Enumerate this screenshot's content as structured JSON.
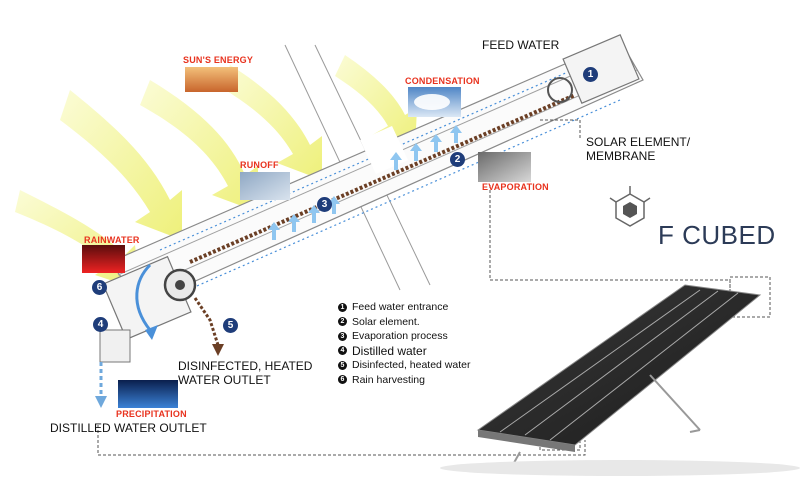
{
  "labels": {
    "feed_water": "FEED WATER",
    "suns_energy": "SUN'S ENERGY",
    "condensation": "CONDENSATION",
    "solar_element": "SOLAR ELEMENT/",
    "membrane": "MEMBRANE",
    "runoff": "RUNOFF",
    "evaporation": "EVAPORATION",
    "rainwater": "RAINWATER",
    "disinfected_line1": "DISINFECTED, HEATED",
    "disinfected_line2": "WATER OUTLET",
    "precipitation": "PRECIPITATION",
    "distilled_outlet": "DISTILLED WATER OUTLET"
  },
  "badges": [
    "1",
    "2",
    "3",
    "4",
    "5",
    "6"
  ],
  "legend": [
    {
      "num": "1",
      "text": "Feed water entrance"
    },
    {
      "num": "2",
      "text": "Solar element."
    },
    {
      "num": "3",
      "text": "Evaporation process"
    },
    {
      "num": "4",
      "text": "Distilled water"
    },
    {
      "num": "5",
      "text": "Disinfected, heated water"
    },
    {
      "num": "6",
      "text": "Rain harvesting"
    }
  ],
  "brand": {
    "name": "F CUBED"
  },
  "colors": {
    "label_red": "#e8321e",
    "badge_blue": "#1f3d7a",
    "sun_arrow": "#f2f39a",
    "brand_text": "#2c3b57"
  }
}
